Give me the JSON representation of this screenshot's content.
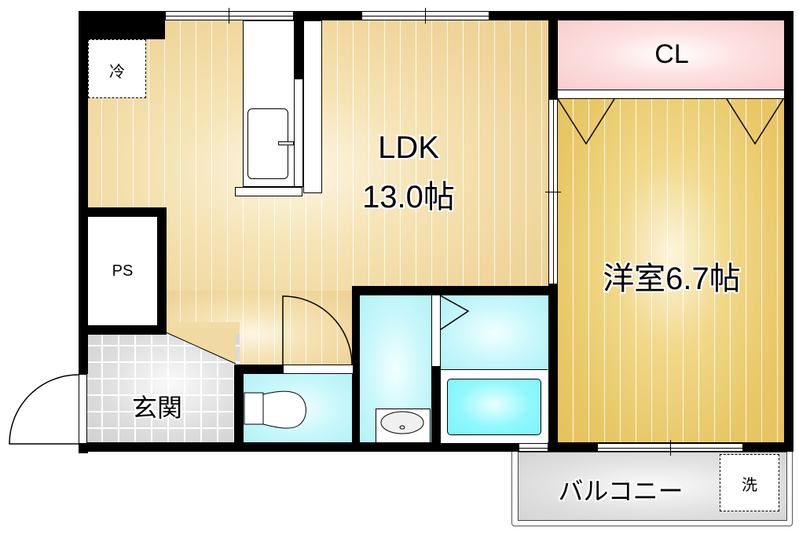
{
  "floorplan": {
    "rooms": {
      "ldk": {
        "name": "LDK",
        "size": "13.0帖"
      },
      "western": {
        "label": "洋室6.7帖"
      },
      "closet": {
        "label": "CL"
      },
      "entrance": {
        "label": "玄関"
      },
      "pipe_space": {
        "label": "PS"
      },
      "balcony": {
        "label": "バルコニー"
      }
    },
    "fixtures": {
      "fridge": {
        "label": "冷"
      },
      "washer": {
        "label": "洗"
      }
    },
    "colors": {
      "wall": "#000000",
      "ldk_floor": "#efd59a",
      "western_floor": "#e9c766",
      "closet_floor": "#f9cccc",
      "wet_area": "#b3f1f7",
      "entrance_tile": "#d0d0d0",
      "balcony": "#dddddd"
    }
  }
}
